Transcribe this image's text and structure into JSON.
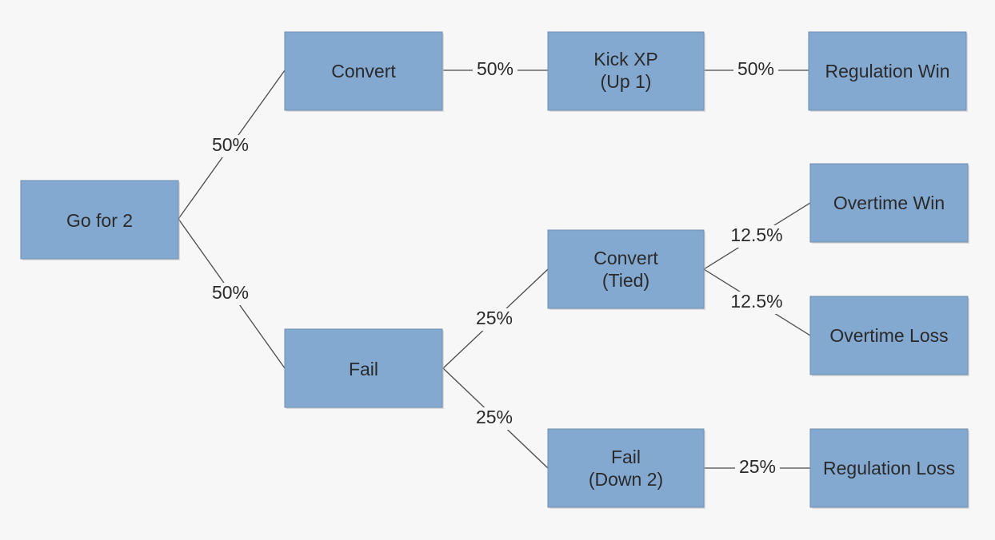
{
  "diagram": {
    "nodes": {
      "go_for_2": {
        "lines": [
          "Go for 2"
        ]
      },
      "convert": {
        "lines": [
          "Convert"
        ]
      },
      "fail": {
        "lines": [
          "Fail"
        ]
      },
      "kick_xp": {
        "lines": [
          "Kick XP",
          "(Up 1)"
        ]
      },
      "convert_tied": {
        "lines": [
          "Convert",
          "(Tied)"
        ]
      },
      "fail_down_2": {
        "lines": [
          "Fail",
          "(Down 2)"
        ]
      },
      "regulation_win": {
        "lines": [
          "Regulation Win"
        ]
      },
      "overtime_win": {
        "lines": [
          "Overtime Win"
        ]
      },
      "overtime_loss": {
        "lines": [
          "Overtime Loss"
        ]
      },
      "regulation_loss": {
        "lines": [
          "Regulation Loss"
        ]
      }
    },
    "edges": {
      "go_to_convert": "50%",
      "go_to_fail": "50%",
      "convert_to_kick": "50%",
      "kick_to_regwin": "50%",
      "fail_to_convert_tied": "25%",
      "fail_to_fail_down": "25%",
      "tied_to_ot_win": "12.5%",
      "tied_to_ot_loss": "12.5%",
      "faildown_to_regloss": "25%"
    },
    "colors": {
      "node_fill": "#84a9d1",
      "node_border": "#6f8eaf",
      "line": "#4a4a4a",
      "background": "#f7f7f7"
    }
  }
}
